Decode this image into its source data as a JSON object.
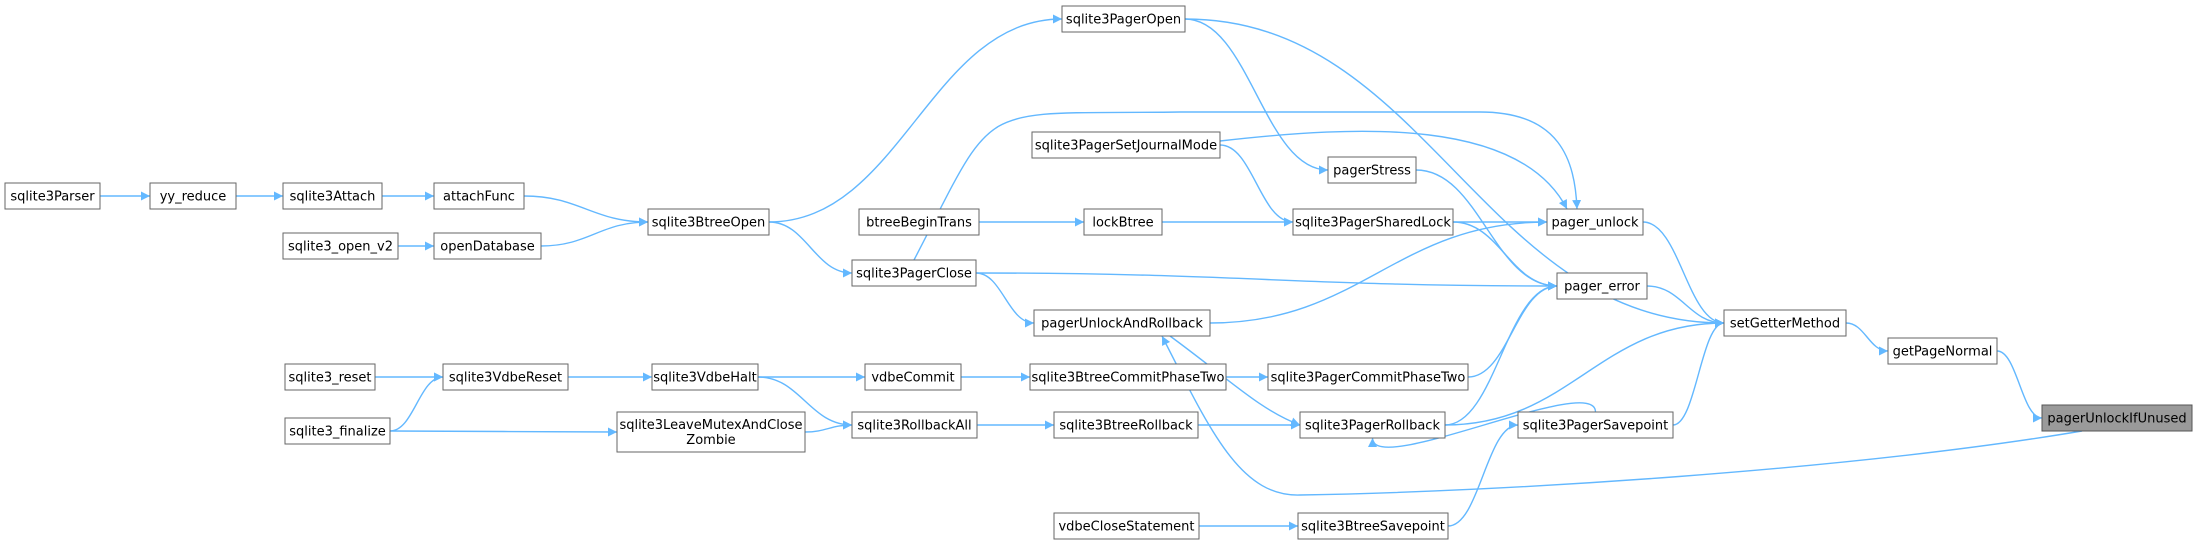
{
  "title": "",
  "nodes": [
    {
      "id": "sqlite3Parser",
      "lines": [
        "sqlite3Parser"
      ]
    },
    {
      "id": "yy_reduce",
      "lines": [
        "yy_reduce"
      ]
    },
    {
      "id": "sqlite3Attach",
      "lines": [
        "sqlite3Attach"
      ]
    },
    {
      "id": "attachFunc",
      "lines": [
        "attachFunc"
      ]
    },
    {
      "id": "sqlite3_open_v2",
      "lines": [
        "sqlite3_open_v2"
      ]
    },
    {
      "id": "openDatabase",
      "lines": [
        "openDatabase"
      ]
    },
    {
      "id": "sqlite3BtreeOpen",
      "lines": [
        "sqlite3BtreeOpen"
      ]
    },
    {
      "id": "sqlite3PagerOpen",
      "lines": [
        "sqlite3PagerOpen"
      ]
    },
    {
      "id": "sqlite3PagerSetJournalMode",
      "lines": [
        "sqlite3PagerSetJournalMode"
      ]
    },
    {
      "id": "btreeBeginTrans",
      "lines": [
        "btreeBeginTrans"
      ]
    },
    {
      "id": "lockBtree",
      "lines": [
        "lockBtree"
      ]
    },
    {
      "id": "pagerStress",
      "lines": [
        "pagerStress"
      ]
    },
    {
      "id": "sqlite3PagerSharedLock",
      "lines": [
        "sqlite3PagerSharedLock"
      ]
    },
    {
      "id": "sqlite3PagerClose",
      "lines": [
        "sqlite3PagerClose"
      ]
    },
    {
      "id": "pager_unlock",
      "lines": [
        "pager_unlock"
      ]
    },
    {
      "id": "pager_error",
      "lines": [
        "pager_error"
      ]
    },
    {
      "id": "pagerUnlockAndRollback",
      "lines": [
        "pagerUnlockAndRollback"
      ]
    },
    {
      "id": "setGetterMethod",
      "lines": [
        "setGetterMethod"
      ]
    },
    {
      "id": "getPageNormal",
      "lines": [
        "getPageNormal"
      ]
    },
    {
      "id": "pagerUnlockIfUnused",
      "lines": [
        "pagerUnlockIfUnused"
      ],
      "highlight": true
    },
    {
      "id": "sqlite3_reset",
      "lines": [
        "sqlite3_reset"
      ]
    },
    {
      "id": "sqlite3VdbeReset",
      "lines": [
        "sqlite3VdbeReset"
      ]
    },
    {
      "id": "sqlite3VdbeHalt",
      "lines": [
        "sqlite3VdbeHalt"
      ]
    },
    {
      "id": "vdbeCommit",
      "lines": [
        "vdbeCommit"
      ]
    },
    {
      "id": "sqlite3BtreeCommitPhaseTwo",
      "lines": [
        "sqlite3BtreeCommitPhaseTwo"
      ]
    },
    {
      "id": "sqlite3PagerCommitPhaseTwo",
      "lines": [
        "sqlite3PagerCommitPhaseTwo"
      ]
    },
    {
      "id": "sqlite3_finalize",
      "lines": [
        "sqlite3_finalize"
      ]
    },
    {
      "id": "sqlite3LeaveMutexAndCloseZombie",
      "lines": [
        "sqlite3LeaveMutexAndClose",
        "Zombie"
      ]
    },
    {
      "id": "sqlite3RollbackAll",
      "lines": [
        "sqlite3RollbackAll"
      ]
    },
    {
      "id": "sqlite3BtreeRollback",
      "lines": [
        "sqlite3BtreeRollback"
      ]
    },
    {
      "id": "sqlite3PagerRollback",
      "lines": [
        "sqlite3PagerRollback"
      ]
    },
    {
      "id": "sqlite3PagerSavepoint",
      "lines": [
        "sqlite3PagerSavepoint"
      ]
    },
    {
      "id": "vdbeCloseStatement",
      "lines": [
        "vdbeCloseStatement"
      ]
    },
    {
      "id": "sqlite3BtreeSavepoint",
      "lines": [
        "sqlite3BtreeSavepoint"
      ]
    }
  ],
  "edges": [
    {
      "from": "sqlite3Parser",
      "to": "yy_reduce"
    },
    {
      "from": "yy_reduce",
      "to": "sqlite3Attach"
    },
    {
      "from": "sqlite3Attach",
      "to": "attachFunc"
    },
    {
      "from": "attachFunc",
      "to": "sqlite3BtreeOpen"
    },
    {
      "from": "sqlite3_open_v2",
      "to": "openDatabase"
    },
    {
      "from": "openDatabase",
      "to": "sqlite3BtreeOpen"
    },
    {
      "from": "sqlite3BtreeOpen",
      "to": "sqlite3PagerOpen"
    },
    {
      "from": "sqlite3BtreeOpen",
      "to": "sqlite3PagerClose"
    },
    {
      "from": "sqlite3PagerOpen",
      "to": "pagerStress"
    },
    {
      "from": "sqlite3PagerOpen",
      "to": "setGetterMethod"
    },
    {
      "from": "sqlite3PagerSetJournalMode",
      "to": "pager_unlock"
    },
    {
      "from": "sqlite3PagerSetJournalMode",
      "to": "sqlite3PagerSharedLock"
    },
    {
      "from": "btreeBeginTrans",
      "to": "lockBtree"
    },
    {
      "from": "lockBtree",
      "to": "sqlite3PagerSharedLock"
    },
    {
      "from": "pagerStress",
      "to": "pager_error"
    },
    {
      "from": "sqlite3PagerSharedLock",
      "to": "pager_unlock"
    },
    {
      "from": "sqlite3PagerSharedLock",
      "to": "pager_error"
    },
    {
      "from": "sqlite3PagerClose",
      "to": "pager_unlock"
    },
    {
      "from": "sqlite3PagerClose",
      "to": "pager_error"
    },
    {
      "from": "sqlite3PagerClose",
      "to": "pagerUnlockAndRollback"
    },
    {
      "from": "pager_unlock",
      "to": "setGetterMethod"
    },
    {
      "from": "pager_error",
      "to": "setGetterMethod"
    },
    {
      "from": "pagerUnlockAndRollback",
      "to": "pager_unlock"
    },
    {
      "from": "pagerUnlockAndRollback",
      "to": "sqlite3PagerRollback"
    },
    {
      "from": "setGetterMethod",
      "to": "getPageNormal"
    },
    {
      "from": "getPageNormal",
      "to": "pagerUnlockIfUnused"
    },
    {
      "from": "sqlite3_reset",
      "to": "sqlite3VdbeReset"
    },
    {
      "from": "sqlite3_finalize",
      "to": "sqlite3VdbeReset"
    },
    {
      "from": "sqlite3_finalize",
      "to": "sqlite3LeaveMutexAndCloseZombie"
    },
    {
      "from": "sqlite3VdbeReset",
      "to": "sqlite3VdbeHalt"
    },
    {
      "from": "sqlite3VdbeHalt",
      "to": "vdbeCommit"
    },
    {
      "from": "sqlite3VdbeHalt",
      "to": "sqlite3RollbackAll"
    },
    {
      "from": "vdbeCommit",
      "to": "sqlite3BtreeCommitPhaseTwo"
    },
    {
      "from": "sqlite3BtreeCommitPhaseTwo",
      "to": "sqlite3PagerCommitPhaseTwo"
    },
    {
      "from": "sqlite3PagerCommitPhaseTwo",
      "to": "pager_error"
    },
    {
      "from": "sqlite3LeaveMutexAndCloseZombie",
      "to": "sqlite3RollbackAll"
    },
    {
      "from": "sqlite3RollbackAll",
      "to": "sqlite3BtreeRollback"
    },
    {
      "from": "sqlite3BtreeRollback",
      "to": "sqlite3PagerRollback"
    },
    {
      "from": "sqlite3PagerRollback",
      "to": "pager_error"
    },
    {
      "from": "sqlite3PagerRollback",
      "to": "setGetterMethod"
    },
    {
      "from": "sqlite3PagerSavepoint",
      "to": "sqlite3PagerRollback"
    },
    {
      "from": "sqlite3PagerSavepoint",
      "to": "setGetterMethod"
    },
    {
      "from": "vdbeCloseStatement",
      "to": "sqlite3BtreeSavepoint"
    },
    {
      "from": "sqlite3BtreeSavepoint",
      "to": "sqlite3PagerSavepoint"
    },
    {
      "from": "pagerUnlockIfUnused",
      "to": "pagerUnlockAndRollback"
    }
  ],
  "colors": {
    "edge": "#63b8ff",
    "node_border": "#666666",
    "highlight_fill": "#9a9a9a"
  }
}
